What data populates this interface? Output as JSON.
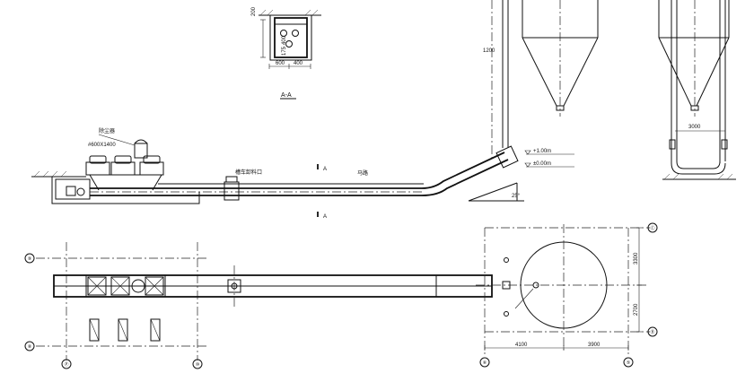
{
  "section_view": {
    "label": "A-A",
    "dim_top": "200",
    "dim_height": "400",
    "dim_lower": "175",
    "dim_width_left": "600",
    "dim_width_right": "400"
  },
  "silo_view": {
    "dim_height": "1200",
    "dim_right_width": "3000"
  },
  "elevation": {
    "dust_collector_label": "除尘器",
    "dust_collector_size": "#600X1400",
    "unload_port_label": "槽车卸料口",
    "road_label": "马路",
    "section_mark_top": "A",
    "section_mark_bottom": "A",
    "level_high": "+1.00m",
    "level_zero": "±0.00m",
    "angle_label": "25°"
  },
  "plan": {
    "grid_left_top": "⑨",
    "grid_left_bottom": "⑧",
    "grid_bottom_a": "Ⓟ",
    "grid_bottom_b": "⑩",
    "grid_right_top": "Ⓒ",
    "grid_right_bottom": "Ⓑ",
    "grid_bottom_c": "⑥",
    "grid_bottom_d": "⑤",
    "dim_upper": "3300",
    "dim_lower": "2700",
    "dim_left": "4100",
    "dim_right": "3900"
  }
}
